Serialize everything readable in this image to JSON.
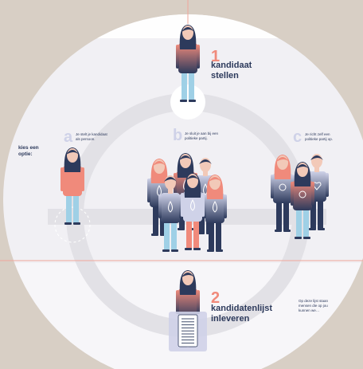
{
  "colors": {
    "background": "#d8cfc5",
    "disc": "#f1f0f4",
    "ring": "#e2e1e6",
    "accent_line": "#f0a69a",
    "navy": "#2d3a5c",
    "salmon": "#f08a7b",
    "light_blue": "#9fd0e6",
    "lavender": "#cfd2e8"
  },
  "step1": {
    "number": "1",
    "label_line1": "kandidaat",
    "label_line2": "stellen"
  },
  "choose": {
    "line1": "kies een",
    "line2": "optie:"
  },
  "options": [
    {
      "letter": "a",
      "desc_line1": "Je stelt je kandidaat",
      "desc_line2": "als persoon."
    },
    {
      "letter": "b",
      "desc_line1": "Je sluit je aan bij een",
      "desc_line2": "politieke partij."
    },
    {
      "letter": "c",
      "desc_line1": "Je richt zelf een",
      "desc_line2": "politieke partij op."
    }
  ],
  "step2": {
    "number": "2",
    "label_line1": "kandidatenlijst",
    "label_line2": "inleveren"
  },
  "side_note": {
    "line1": "Op deze lijst staan",
    "line2": "mensen die op jou",
    "line3": "kunnen we…"
  },
  "icons": [
    "person-icon",
    "water-drop-icon",
    "fist-icon",
    "heart-icon",
    "document-icon"
  ]
}
